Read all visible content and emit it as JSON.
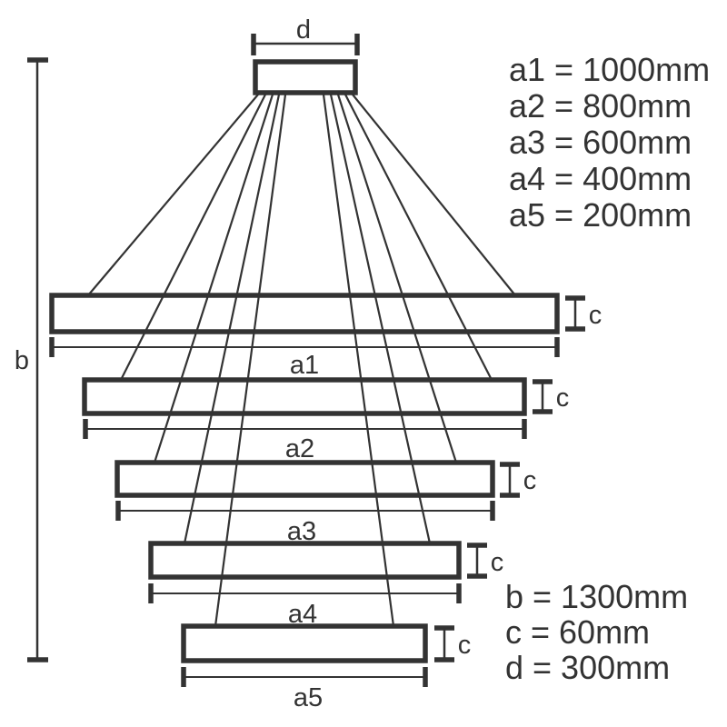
{
  "page": {
    "background": "#ffffff",
    "line_color": "#333333"
  },
  "legend_top": {
    "items": [
      {
        "text": "a1 = 1000mm"
      },
      {
        "text": "a2 = 800mm"
      },
      {
        "text": "a3 = 600mm"
      },
      {
        "text": "a4 = 400mm"
      },
      {
        "text": "a5 = 200mm"
      }
    ]
  },
  "legend_bottom": {
    "items": [
      {
        "text": "b = 1300mm"
      },
      {
        "text": "c = 60mm"
      },
      {
        "text": "d = 300mm"
      }
    ]
  },
  "dimension_labels": {
    "d": "d",
    "b": "b",
    "c": "c",
    "a1": "a1",
    "a2": "a2",
    "a3": "a3",
    "a4": "a4",
    "a5": "a5"
  },
  "measurements": {
    "a1": "1000mm",
    "a2": "800mm",
    "a3": "600mm",
    "a4": "400mm",
    "a5": "200mm",
    "b": "1300mm",
    "c": "60mm",
    "d": "300mm"
  }
}
